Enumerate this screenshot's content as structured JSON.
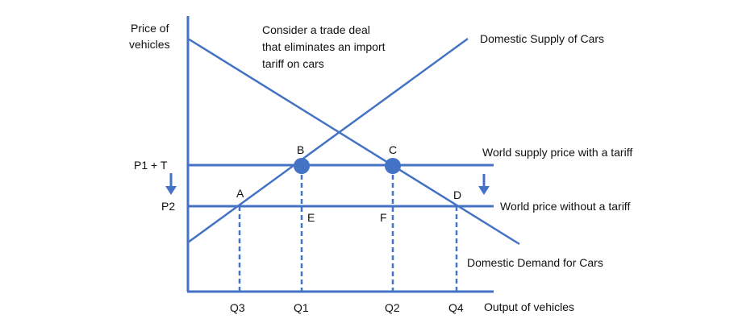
{
  "colors": {
    "line": "#4472C4",
    "point": "#4472C4",
    "axis": "#4472C4",
    "text": "#111111",
    "background": "#ffffff"
  },
  "axes": {
    "y_title_line1": "Price of",
    "y_title_line2": "vehicles",
    "x_title": "Output of vehicles"
  },
  "annotation": {
    "line1": "Consider a trade deal",
    "line2": "that eliminates an import",
    "line3": "tariff on cars"
  },
  "curves": {
    "supply": "Domestic Supply of Cars",
    "demand": "Domestic Demand for Cars",
    "world_tariff": "World supply price with a tariff",
    "world_free": "World price without a tariff"
  },
  "prices": {
    "p1t": "P1 + T",
    "p2": "P2"
  },
  "quantities": {
    "q3": "Q3",
    "q1": "Q1",
    "q2": "Q2",
    "q4": "Q4"
  },
  "points": {
    "a": "A",
    "b": "B",
    "c": "C",
    "d": "D",
    "e": "E",
    "f": "F"
  },
  "icons": {
    "price_drop_left": "arrow-down-icon",
    "price_drop_right": "arrow-down-icon"
  }
}
